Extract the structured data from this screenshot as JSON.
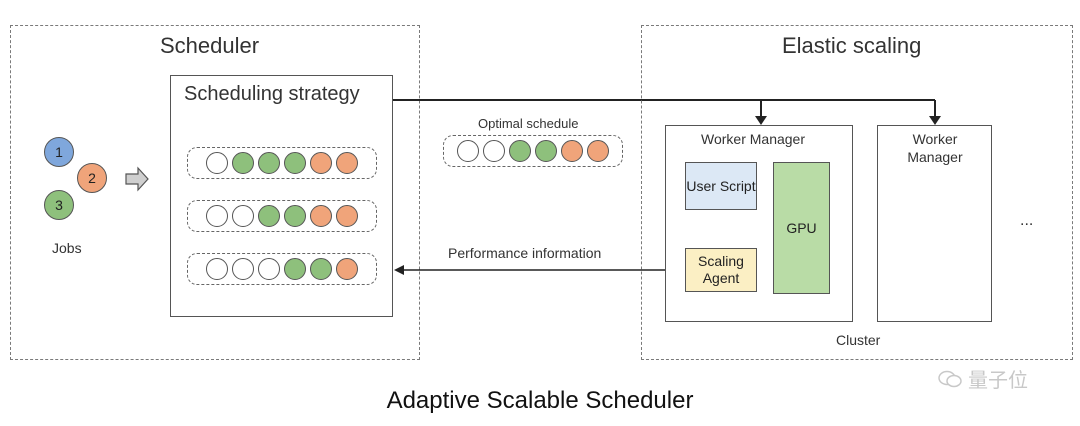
{
  "scheduler": {
    "title": "Scheduler",
    "jobs": [
      {
        "label": "1",
        "color": "#7fa7dc"
      },
      {
        "label": "2",
        "color": "#f0a47a"
      },
      {
        "label": "3",
        "color": "#8ec07c"
      }
    ],
    "jobs_label": "Jobs",
    "strategy_title": "Scheduling strategy",
    "rows": [
      [
        "white",
        "green",
        "green",
        "green",
        "orange",
        "orange"
      ],
      [
        "white",
        "white",
        "green",
        "green",
        "orange",
        "orange"
      ],
      [
        "white",
        "white",
        "white",
        "green",
        "green",
        "orange"
      ]
    ]
  },
  "middle": {
    "optimal_label": "Optimal schedule",
    "optimal_row": [
      "white",
      "white",
      "green",
      "green",
      "orange",
      "orange"
    ],
    "performance_label": "Performance information"
  },
  "elastic": {
    "title": "Elastic scaling",
    "worker1": {
      "title": "Worker Manager",
      "user_script": "User Script",
      "scaling_agent": "Scaling Agent",
      "gpu": "GPU"
    },
    "worker2": {
      "title": "Worker Manager"
    },
    "ellipsis": "...",
    "cluster_label": "Cluster"
  },
  "colors": {
    "blue": "#7fa7dc",
    "green": "#8ec07c",
    "orange": "#f0a47a",
    "user_script_bg": "#dce8f5",
    "scaling_agent_bg": "#fbefc4",
    "gpu_bg": "#b9dca6"
  },
  "watermark": "量子位",
  "caption": "Adaptive Scalable Scheduler"
}
